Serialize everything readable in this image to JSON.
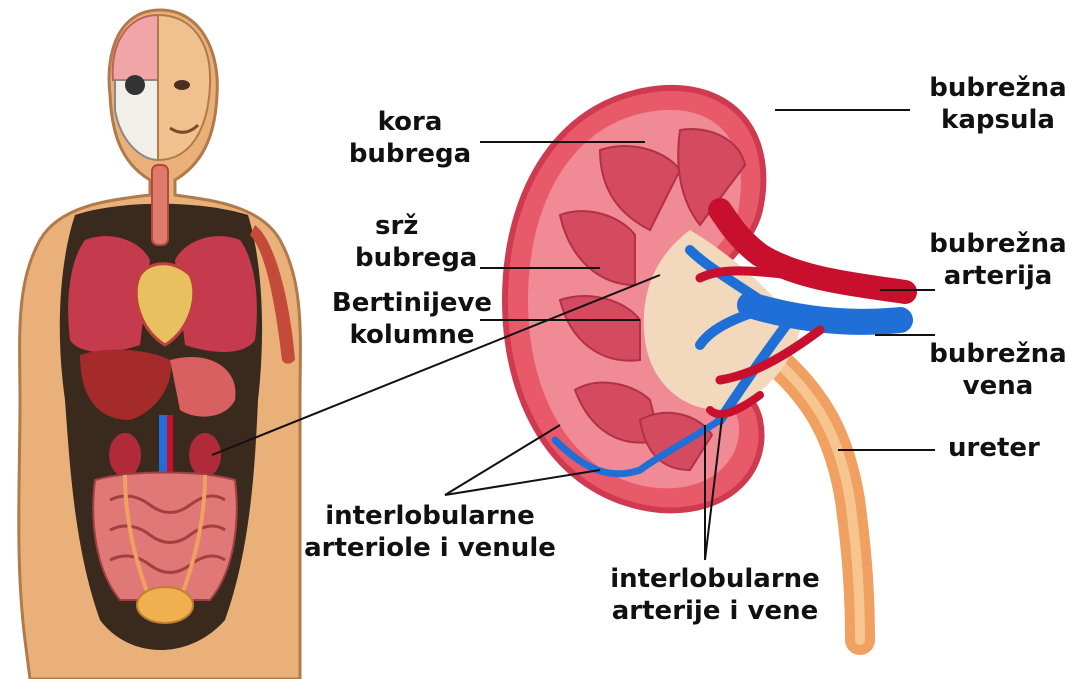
{
  "labels": {
    "kora": [
      "kora",
      "bubrega"
    ],
    "srz": [
      "srž",
      "bubrega"
    ],
    "bertin": [
      "Bertinijeve",
      "kolumne"
    ],
    "kapsula": [
      "bubrežna",
      "kapsula"
    ],
    "arterija": [
      "bubrežna",
      "arterija"
    ],
    "vena": [
      "bubrežna",
      "vena"
    ],
    "ureter": [
      "ureter"
    ],
    "interlob_art_ven": [
      "interlobularne",
      "arteriole i venule"
    ],
    "interlob_art_vene": [
      "interlobularne",
      "arterije i vene"
    ]
  },
  "colors": {
    "skin": "#e9b07a",
    "body_dark": "#3a2a1e",
    "cortex": "#e76d7e",
    "medulla": "#d44a5e",
    "pelvis": "#f2d9bd",
    "artery": "#c8102e",
    "vein": "#1f6fd6",
    "ureter": "#f0a060"
  }
}
